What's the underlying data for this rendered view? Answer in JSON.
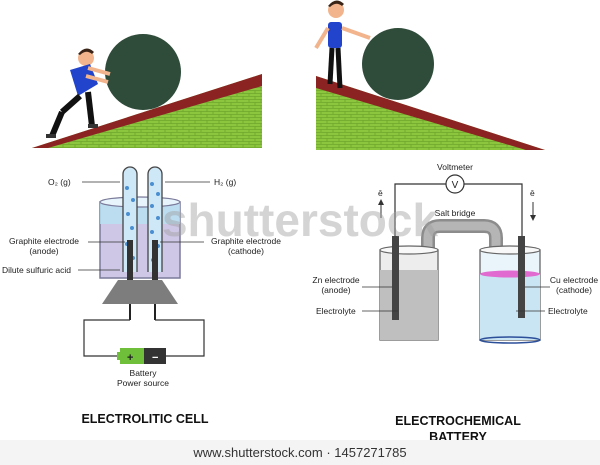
{
  "slopes": {
    "uphill": {
      "icon": "person-pushing-boulder-uphill"
    },
    "downhill": {
      "icon": "person-at-boulder-downhill"
    }
  },
  "electrolytic": {
    "o2_label": "O₂ (g)",
    "h2_label": "H₂ (g)",
    "anode_label_1": "Graphite electrode",
    "anode_label_2": "(anode)",
    "cathode_label_1": "Graphite electrode",
    "cathode_label_2": "(cathode)",
    "acid_label": "Dilute sulfuric acid",
    "battery_plus": "+",
    "battery_minus": "−",
    "battery_label_1": "Battery",
    "battery_label_2": "Power source",
    "title": "ELECTROLITIC CELL"
  },
  "electrochemical": {
    "voltmeter_label": "Voltmeter",
    "voltmeter_symbol": "V",
    "electron_left": "ē",
    "electron_right": "ē",
    "salt_bridge_label": "Salt bridge",
    "zn_label_1": "Zn electrode",
    "zn_label_2": "(anode)",
    "cu_label_1": "Cu electrode",
    "cu_label_2": "(cathode)",
    "electrolyte_left": "Electrolyte",
    "electrolyte_right": "Electrolyte",
    "title_line_1": "ELECTROCHEMICAL",
    "title_line_2": "BATTERY"
  },
  "watermark": "shutterstock",
  "footer": "www.shutterstock.com · 1457271785",
  "colors": {
    "grass": "#8cc63f",
    "slope_edge": "#8b2323",
    "boulder": "#2f4b3a",
    "shirt": "#2244cc",
    "electrolyte_blue": "#c9e4f2",
    "electrolyte_purple": "#cfc7e6",
    "zn_solution": "#c4c4c4",
    "cu_top": "#e06ad0"
  }
}
